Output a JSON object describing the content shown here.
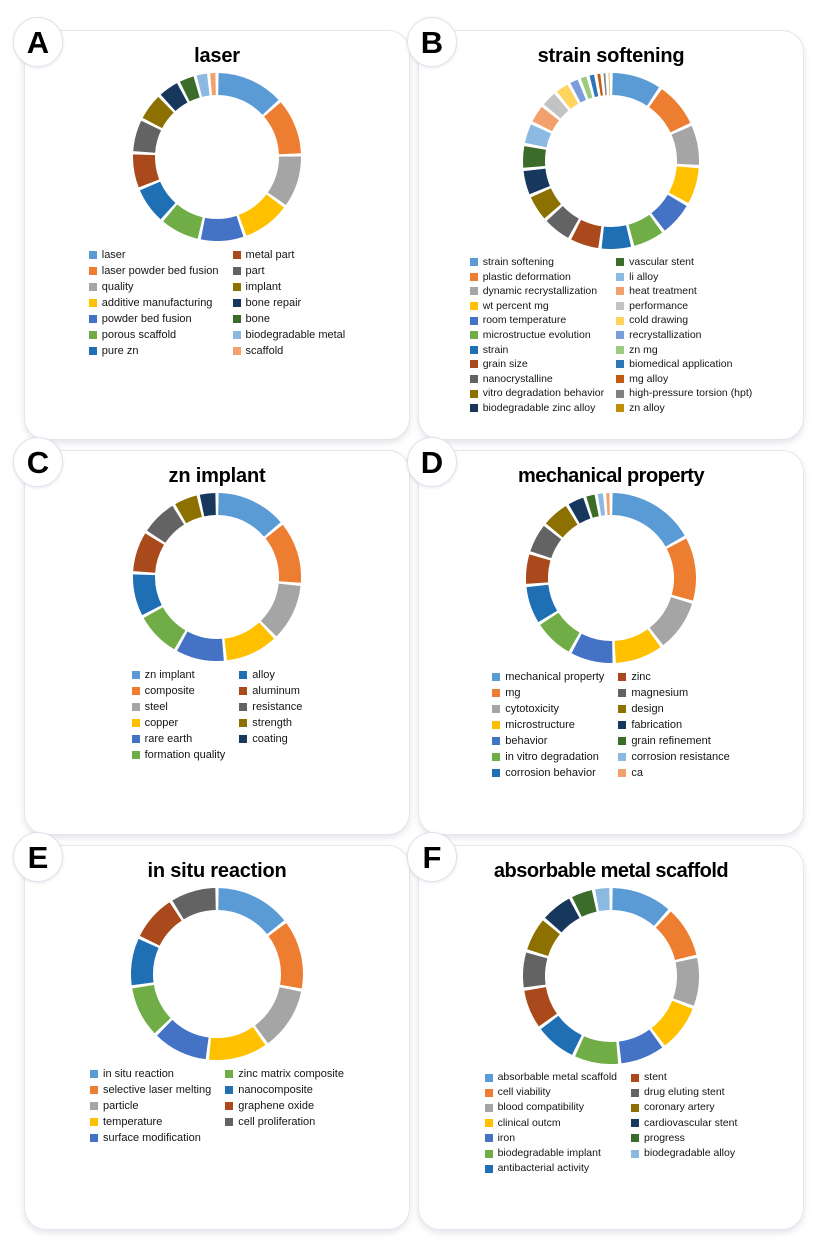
{
  "figure": {
    "background": "#ffffff",
    "panel_count": 6
  },
  "palette": {
    "accent1": "#5b9bd5",
    "accent2": "#ed7d31",
    "accent3": "#a5a5a5",
    "accent4": "#ffc000",
    "accent5": "#4472c4",
    "accent6": "#70ad47",
    "accent1_d": "#1f6fb5",
    "accent2_d": "#a9491c",
    "accent3_d": "#636363",
    "accent4_d": "#8c7000",
    "accent5_d": "#17375d",
    "accent6_d": "#3c6c29",
    "accent1_l": "#8cb9e2",
    "accent2_l": "#f2a16c",
    "accent3_l": "#c3c3c3",
    "accent4_l": "#ffd45e",
    "accent5_l": "#7b9ddb",
    "accent6_l": "#9cca7f",
    "accent1_m": "#2e75b6",
    "accent2_m": "#c55a11",
    "accent3_m": "#808080",
    "accent4_m": "#bf9000",
    "accent5_m": "#2f5597",
    "accent6_m": "#548235"
  },
  "panels": [
    {
      "letter": "A",
      "title": "laser",
      "chart_data": {
        "type": "pie",
        "title": "laser",
        "legend_position": "bottom",
        "legend_columns": 2,
        "categories": [
          "laser",
          "laser powder bed fusion",
          "quality",
          "additive manufacturing",
          "powder bed fusion",
          "porous scaffold",
          "pure zn",
          "metal part",
          "part",
          "implant",
          "bone repair",
          "bone",
          "biodegradable metal",
          "scaffold"
        ],
        "values": [
          13.4,
          11.2,
          10.4,
          9.6,
          8.8,
          8.0,
          7.4,
          7.0,
          6.6,
          5.6,
          4.4,
          3.4,
          2.6,
          1.6
        ],
        "colors": [
          "#5b9bd5",
          "#ed7d31",
          "#a5a5a5",
          "#ffc000",
          "#4472c4",
          "#70ad47",
          "#1f6fb5",
          "#a9491c",
          "#636363",
          "#8c7000",
          "#17375d",
          "#3c6c29",
          "#8cb9e2",
          "#f2a16c"
        ]
      }
    },
    {
      "letter": "B",
      "title": "strain softening",
      "chart_data": {
        "type": "pie",
        "title": "strain softening",
        "legend_position": "bottom",
        "legend_columns": 2,
        "categories": [
          "strain softening",
          "plastic deformation",
          "dynamic recrystallization",
          "wt percent mg",
          "room temperature",
          "microstructue evolution",
          "strain",
          "grain size",
          "nanocrystalline",
          "vitro degradation behavior",
          "biodegradable zinc alloy",
          "vascular stent",
          "li alloy",
          "heat treatment",
          "performance",
          "cold drawing",
          "recrystallization",
          "zn mg",
          "biomedical application",
          "mg alloy",
          "high-pressure torsion (hpt)",
          "zn alloy"
        ],
        "values": [
          9.2,
          8.4,
          7.6,
          7.0,
          6.4,
          6.0,
          5.8,
          5.6,
          5.4,
          5.0,
          4.8,
          4.4,
          4.0,
          3.6,
          3.2,
          2.8,
          2.0,
          1.6,
          1.4,
          1.1,
          0.9,
          0.7
        ],
        "colors": [
          "#5b9bd5",
          "#ed7d31",
          "#a5a5a5",
          "#ffc000",
          "#4472c4",
          "#70ad47",
          "#1f6fb5",
          "#a9491c",
          "#636363",
          "#8c7000",
          "#17375d",
          "#3c6c29",
          "#8cb9e2",
          "#f2a16c",
          "#c3c3c3",
          "#ffd45e",
          "#7b9ddb",
          "#9cca7f",
          "#2e75b6",
          "#c55a11",
          "#808080",
          "#bf9000"
        ]
      }
    },
    {
      "letter": "C",
      "title": "zn implant",
      "chart_data": {
        "type": "pie",
        "title": "zn implant",
        "legend_position": "bottom",
        "legend_columns": 2,
        "categories": [
          "zn implant",
          "composite",
          "steel",
          "copper",
          "rare earth",
          "formation quality",
          "alloy",
          "aluminum",
          "resistance",
          "strength",
          "coating"
        ],
        "values": [
          14.0,
          12.4,
          11.4,
          10.6,
          9.8,
          9.0,
          8.6,
          8.2,
          7.4,
          5.0,
          3.6
        ],
        "colors": [
          "#5b9bd5",
          "#ed7d31",
          "#a5a5a5",
          "#ffc000",
          "#4472c4",
          "#70ad47",
          "#1f6fb5",
          "#a9491c",
          "#636363",
          "#8c7000",
          "#17375d"
        ]
      }
    },
    {
      "letter": "D",
      "title": "mechanical property",
      "chart_data": {
        "type": "pie",
        "title": "mechanical property",
        "legend_position": "bottom",
        "legend_columns": 2,
        "categories": [
          "mechanical property",
          "mg",
          "cytotoxicity",
          "microstructure",
          "behavior",
          "in vitro degradation",
          "corrosion behavior",
          "zinc",
          "magnesium",
          "design",
          "fabrication",
          "grain refinement",
          "corrosion resistance",
          "ca"
        ],
        "values": [
          17.0,
          12.6,
          10.2,
          9.6,
          8.6,
          8.0,
          7.6,
          6.2,
          6.0,
          5.6,
          3.6,
          2.2,
          1.6,
          1.2
        ],
        "colors": [
          "#5b9bd5",
          "#ed7d31",
          "#a5a5a5",
          "#ffc000",
          "#4472c4",
          "#70ad47",
          "#1f6fb5",
          "#a9491c",
          "#636363",
          "#8c7000",
          "#17375d",
          "#3c6c29",
          "#8cb9e2",
          "#f2a16c"
        ]
      }
    },
    {
      "letter": "E",
      "title": "in situ reaction",
      "chart_data": {
        "type": "pie",
        "title": "in situ reaction",
        "legend_position": "bottom",
        "legend_columns": 2,
        "categories": [
          "in situ reaction",
          "selective laser melting",
          "particle",
          "temperature",
          "surface modification",
          "zinc matrix composite",
          "nanocomposite",
          "graphene oxide",
          "cell proliferation"
        ],
        "values": [
          14.6,
          13.4,
          12.2,
          11.6,
          10.8,
          10.0,
          9.4,
          9.0,
          9.0
        ],
        "colors": [
          "#5b9bd5",
          "#ed7d31",
          "#a5a5a5",
          "#ffc000",
          "#4472c4",
          "#70ad47",
          "#1f6fb5",
          "#a9491c",
          "#636363"
        ]
      }
    },
    {
      "letter": "F",
      "title": "absorbable metal scaffold",
      "chart_data": {
        "type": "pie",
        "title": "absorbable metal scaffold",
        "legend_position": "bottom",
        "legend_columns": 2,
        "categories": [
          "absorbable metal scaffold",
          "cell viability",
          "blood compatibility",
          "clinical outcm",
          "iron",
          "biodegradable implant",
          "antibacterial activity",
          "stent",
          "drug eluting stent",
          "coronary artery",
          "cardiovascular stent",
          "progress",
          "biodegradable alloy"
        ],
        "values": [
          11.6,
          9.8,
          9.4,
          9.0,
          8.6,
          8.6,
          8.0,
          7.6,
          7.0,
          6.6,
          6.2,
          4.4,
          3.2
        ],
        "colors": [
          "#5b9bd5",
          "#ed7d31",
          "#a5a5a5",
          "#ffc000",
          "#4472c4",
          "#70ad47",
          "#1f6fb5",
          "#a9491c",
          "#636363",
          "#8c7000",
          "#17375d",
          "#3c6c29",
          "#8cb9e2"
        ]
      }
    }
  ]
}
